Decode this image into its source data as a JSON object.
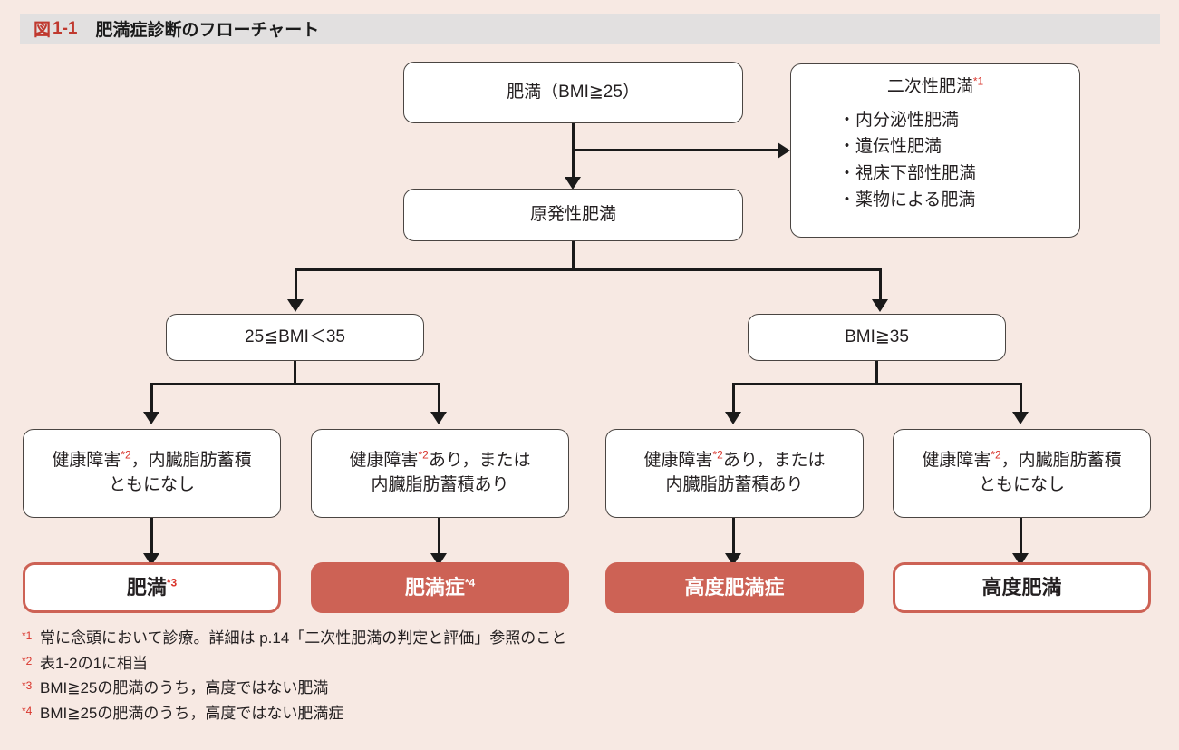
{
  "header": {
    "figure_label": "図",
    "figure_number": "1-1",
    "title": "肥満症診断のフローチャート"
  },
  "nodes": {
    "obesity_bmi25": {
      "label": "肥満（BMI≧25）"
    },
    "secondary_obesity": {
      "title": "二次性肥満",
      "title_sup": "*1",
      "items": [
        "・内分泌性肥満",
        "・遺伝性肥満",
        "・視床下部性肥満",
        "・薬物による肥満"
      ]
    },
    "primary_obesity": {
      "label": "原発性肥満"
    },
    "bmi_25_35": {
      "label": "25≦BMI＜35"
    },
    "bmi_35": {
      "label": "BMI≧35"
    },
    "cond_left_1": {
      "line1_a": "健康障害",
      "line1_sup": "*2",
      "line1_b": "，内臓脂肪蓄積",
      "line2": "ともになし"
    },
    "cond_left_2": {
      "line1_a": "健康障害",
      "line1_sup": "*2",
      "line1_b": "あり，または",
      "line2": "内臓脂肪蓄積あり"
    },
    "cond_right_1": {
      "line1_a": "健康障害",
      "line1_sup": "*2",
      "line1_b": "あり，または",
      "line2": "内臓脂肪蓄積あり"
    },
    "cond_right_2": {
      "line1_a": "健康障害",
      "line1_sup": "*2",
      "line1_b": "，内臓脂肪蓄積",
      "line2": "ともになし"
    },
    "result_1": {
      "label": "肥満",
      "sup": "*3",
      "style": "outline"
    },
    "result_2": {
      "label": "肥満症",
      "sup": "*4",
      "style": "filled"
    },
    "result_3": {
      "label": "高度肥満症",
      "sup": "",
      "style": "filled"
    },
    "result_4": {
      "label": "高度肥満",
      "sup": "",
      "style": "outline"
    }
  },
  "footnotes": [
    {
      "mark": "*1",
      "text": "常に念頭において診療。詳細は p.14「二次性肥満の判定と評価」参照のこと"
    },
    {
      "mark": "*2",
      "text": "表1-2の1に相当"
    },
    {
      "mark": "*3",
      "text": "BMI≧25の肥満のうち，高度ではない肥満"
    },
    {
      "mark": "*4",
      "text": "BMI≧25の肥満のうち，高度ではない肥満症"
    }
  ],
  "colors": {
    "background": "#f7e9e3",
    "header_bar": "#e2e0e0",
    "accent_red": "#c0392f",
    "sup_red": "#d9352c",
    "result_fill": "#cd6255",
    "line": "#1a1a1a",
    "node_border": "#4a4542"
  }
}
